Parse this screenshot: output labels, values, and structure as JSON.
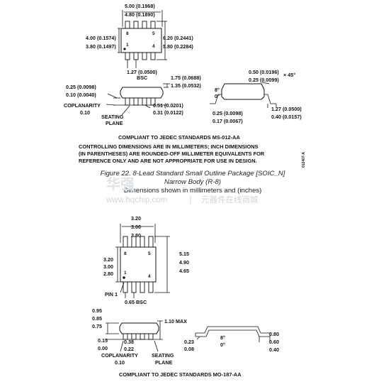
{
  "soic": {
    "top_view": {
      "length": [
        "5.00 (0.1968)",
        "4.80 (0.1890)"
      ],
      "body_width": [
        "4.00 (0.1574)",
        "3.80 (0.1497)"
      ],
      "overall_width": [
        "6.20 (0.2441)",
        "5.80 (0.2284)"
      ],
      "pin_labels": [
        "8",
        "5",
        "1",
        "4"
      ],
      "pitch": "1.27 (0.0500)",
      "pitch_note": "BSC"
    },
    "side_view": {
      "height": [
        "1.75 (0.0688)",
        "1.35 (0.0532)"
      ],
      "standoff": [
        "0.25 (0.0098)",
        "0.10 (0.0040)"
      ],
      "lead_width": [
        "0.51 (0.0201)",
        "0.31 (0.0122)"
      ],
      "coplanarity_label": "COPLANARITY",
      "coplanarity_value": "0.10",
      "seating_plane_label": [
        "SEATING",
        "PLANE"
      ]
    },
    "end_view": {
      "chamfer": [
        "0.50 (0.0196)",
        "0.25 (0.0099)"
      ],
      "chamfer_angle": "× 45°",
      "angle": [
        "8°",
        "0°"
      ],
      "lead_thickness": [
        "0.25 (0.0098)",
        "0.17 (0.0067)"
      ],
      "foot_length": [
        "1.27 (0.0500)",
        "0.40 (0.0157)"
      ]
    },
    "compliance": "COMPLIANT TO JEDEC STANDARDS MS-012-AA",
    "notes": [
      "CONTROLLING DIMENSIONS ARE IN MILLIMETERS; INCH DIMENSIONS",
      "(IN PARENTHESES) ARE ROUNDED-OFF MILLIMETER EQUIVALENTS FOR",
      "REFERENCE ONLY AND ARE NOT APPROPRIATE FOR USE IN DESIGN."
    ],
    "side_code": "012407-A"
  },
  "caption": {
    "line1": "Figure 22. 8-Lead Standard Small Outline Package [SOIC_N]",
    "line2": "Narrow Body (R-8)",
    "line3": "Dimensions shown in millimeters and (inches)"
  },
  "watermark": {
    "left": "www.hqchip.com",
    "right": "元器件在线商城",
    "brand": "华强"
  },
  "msop": {
    "top_view": {
      "length": [
        "3.20",
        "3.00",
        "2.80"
      ],
      "body_width": [
        "3.20",
        "3.00",
        "2.80"
      ],
      "overall_width": [
        "5.15",
        "4.90",
        "4.65"
      ],
      "pin_labels": [
        "8",
        "5",
        "1",
        "4"
      ],
      "pin1_label": "PIN 1",
      "pitch": "0.65 BSC"
    },
    "side_view": {
      "height": [
        "0.95",
        "0.85",
        "0.75"
      ],
      "max_height": "1.10 MAX",
      "standoff": [
        "0.15",
        "0.00"
      ],
      "lead_width": [
        "0.38",
        "0.22"
      ],
      "coplanarity_label": "COPLANARITY",
      "coplanarity_value": "0.10",
      "seating_plane_label": [
        "SEATING",
        "PLANE"
      ]
    },
    "end_view": {
      "lead_thickness": [
        "0.23",
        "0.08"
      ],
      "angle": [
        "8°",
        "0°"
      ],
      "foot_length": [
        "0.80",
        "0.60",
        "0.40"
      ]
    },
    "compliance": "COMPLIANT TO JEDEC STANDARDS MO-187-AA"
  }
}
